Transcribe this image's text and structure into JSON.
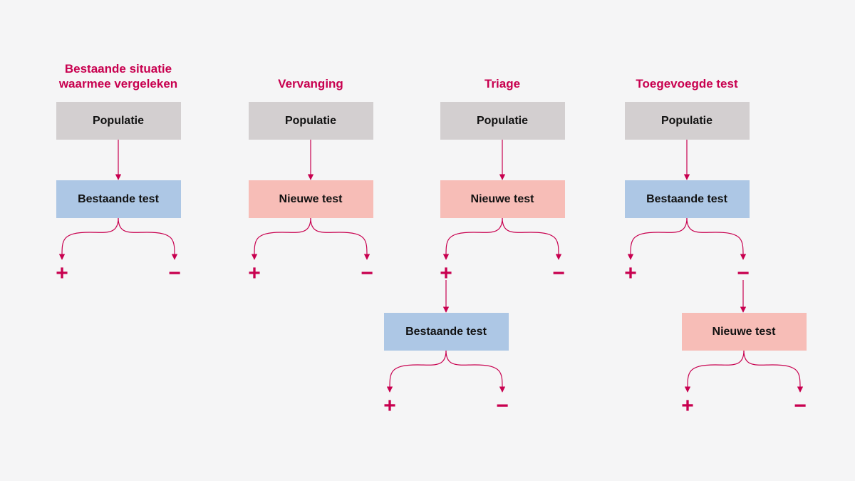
{
  "colors": {
    "accent": "#c8004f",
    "population": "#d3cfd0",
    "existing_test": "#adc7e5",
    "new_test": "#f7bdb7",
    "background": "#f5f5f6"
  },
  "columns": [
    {
      "id": "bestaande-situatie",
      "title": "Bestaande situatie\nwaarmee vergeleken",
      "boxes": [
        {
          "label": "Populatie",
          "kind": "population"
        },
        {
          "label": "Bestaande test",
          "kind": "existing_test"
        }
      ],
      "outcomes": [
        {
          "from_box": 1,
          "signs": [
            "+",
            "−"
          ]
        }
      ]
    },
    {
      "id": "vervanging",
      "title": "Vervanging",
      "boxes": [
        {
          "label": "Populatie",
          "kind": "population"
        },
        {
          "label": "Nieuwe test",
          "kind": "new_test"
        }
      ],
      "outcomes": [
        {
          "from_box": 1,
          "signs": [
            "+",
            "−"
          ]
        }
      ]
    },
    {
      "id": "triage",
      "title": "Triage",
      "boxes": [
        {
          "label": "Populatie",
          "kind": "population"
        },
        {
          "label": "Nieuwe test",
          "kind": "new_test"
        },
        {
          "label": "Bestaande test",
          "kind": "existing_test"
        }
      ],
      "outcomes": [
        {
          "from_box": 1,
          "signs": [
            "+",
            "−"
          ]
        },
        {
          "from_box": 2,
          "signs": [
            "+",
            "−"
          ]
        }
      ]
    },
    {
      "id": "toegevoegde-test",
      "title": "Toegevoegde test",
      "boxes": [
        {
          "label": "Populatie",
          "kind": "population"
        },
        {
          "label": "Bestaande test",
          "kind": "existing_test"
        },
        {
          "label": "Nieuwe test",
          "kind": "new_test"
        }
      ],
      "outcomes": [
        {
          "from_box": 1,
          "signs": [
            "+",
            "−"
          ]
        },
        {
          "from_box": 2,
          "signs": [
            "+",
            "−"
          ]
        }
      ]
    }
  ]
}
